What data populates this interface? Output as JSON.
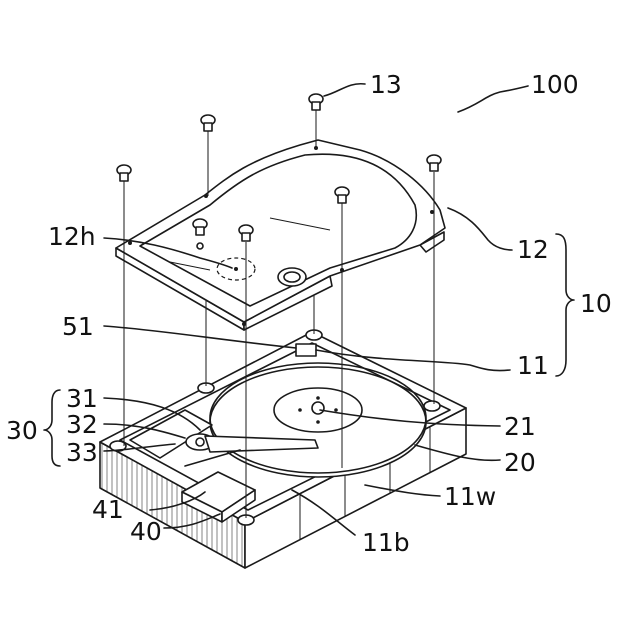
{
  "labels": {
    "n100": "100",
    "n13": "13",
    "n12h": "12h",
    "n12": "12",
    "n10": "10",
    "n51": "51",
    "n11": "11",
    "n31": "31",
    "n30": "30",
    "n32": "32",
    "n21": "21",
    "n33": "33",
    "n20": "20",
    "n11w": "11w",
    "n41": "41",
    "n40": "40",
    "n11b": "11b"
  },
  "line_color": "#1a1a1a"
}
